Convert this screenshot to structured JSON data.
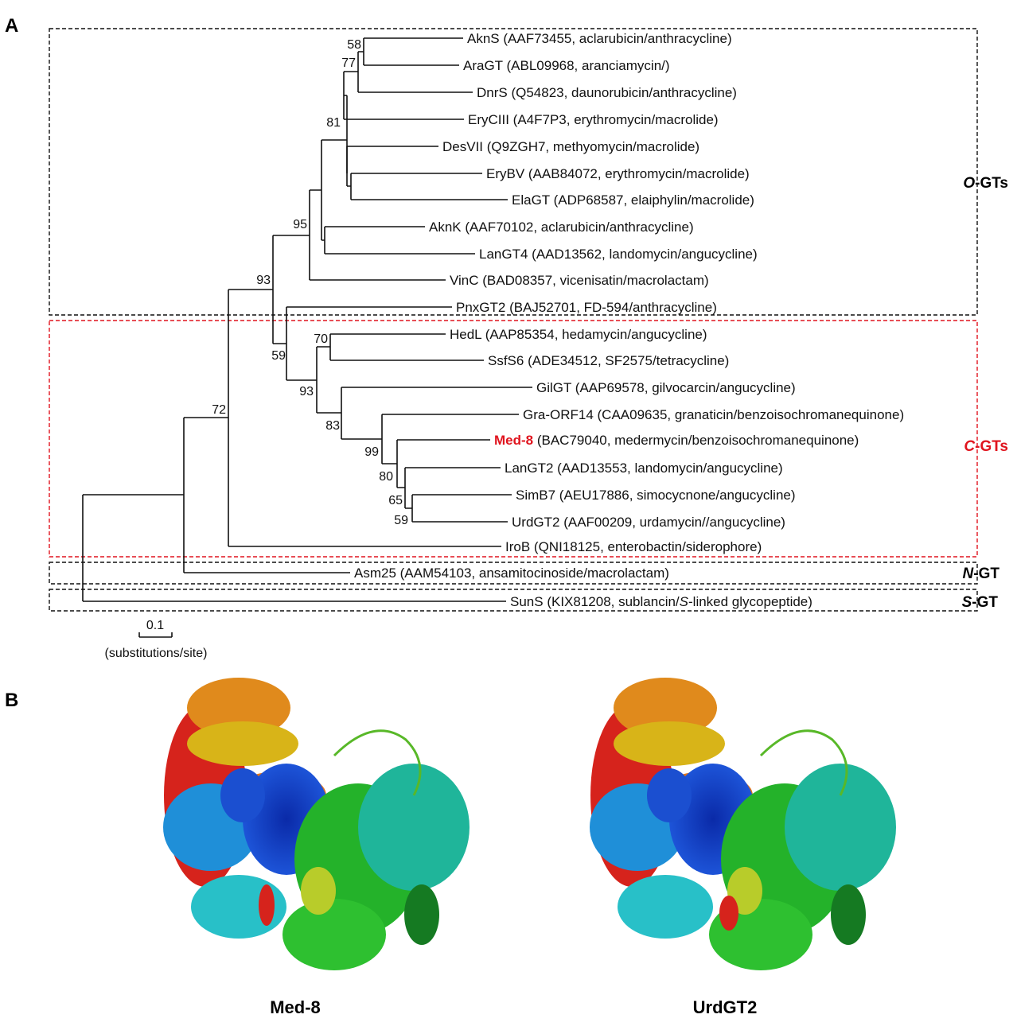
{
  "panel_a": {
    "letter": "A",
    "leaves": [
      {
        "name": "AknS",
        "info": " (AAF73455, aclarubicin/anthracycline)"
      },
      {
        "name": "AraGT",
        "info": " (ABL09968, aranciamycin/)"
      },
      {
        "name": "DnrS",
        "info": " (Q54823, daunorubicin/anthracycline)"
      },
      {
        "name": "EryCIII",
        "info": " (A4F7P3, erythromycin/macrolide)"
      },
      {
        "name": "DesVII",
        "info": " (Q9ZGH7, methyomycin/macrolide)"
      },
      {
        "name": "EryBV",
        "info": " (AAB84072, erythromycin/macrolide)"
      },
      {
        "name": "ElaGT",
        "info": " (ADP68587, elaiphylin/macrolide)"
      },
      {
        "name": "AknK",
        "info": " (AAF70102, aclarubicin/anthracycline)"
      },
      {
        "name": "LanGT4",
        "info": " (AAD13562, landomycin/angucycline)"
      },
      {
        "name": "VinC",
        "info": " (BAD08357, vicenisatin/macrolactam)"
      },
      {
        "name": "PnxGT2",
        "info": " (BAJ52701, FD-594/anthracycline)"
      },
      {
        "name": "HedL",
        "info": " (AAP85354, hedamycin/angucycline)"
      },
      {
        "name": "SsfS6",
        "info": " (ADE34512, SF2575/tetracycline)"
      },
      {
        "name": "GilGT",
        "info": " (AAP69578, gilvocarcin/angucycline)"
      },
      {
        "name": "Gra-ORF14",
        "info": " (CAA09635, granaticin/benzoisochromanequinone)"
      },
      {
        "name": "Med-8",
        "info": " (BAC79040, medermycin/benzoisochromanequinone)",
        "highlight": true
      },
      {
        "name": "LanGT2",
        "info": " (AAD13553, landomycin/angucycline)"
      },
      {
        "name": "SimB7",
        "info": " (AEU17886, simocycnone/angucycline)"
      },
      {
        "name": "UrdGT2",
        "info": " (AAF00209, urdamycin//angucycline)"
      },
      {
        "name": "IroB",
        "info": " (QNI18125, enterobactin/siderophore)"
      },
      {
        "name": "Asm25",
        "info": " (AAM54103, ansamitocinoside/macrolactam)"
      },
      {
        "name": "SunS",
        "info_pre": " (KIX81208, sublancin/",
        "info_italic": "S",
        "info_post": "-linked glycopeptide)"
      }
    ],
    "bootstrap": [
      "58",
      "77",
      "81",
      "95",
      "93",
      "70",
      "59",
      "93",
      "83",
      "99",
      "80",
      "65",
      "59",
      "72"
    ],
    "groups": [
      {
        "prefix": "O",
        "suffix": "-GTs",
        "color": "#111111"
      },
      {
        "prefix": "C",
        "suffix": "-GTs",
        "color": "#e0141e"
      },
      {
        "prefix": "N",
        "suffix": "-GT",
        "color": "#111111"
      },
      {
        "prefix": "S",
        "suffix": "-GT",
        "color": "#111111"
      }
    ],
    "scale": {
      "value": "0.1",
      "unit": "(substitutions/site)"
    }
  },
  "panel_b": {
    "letter": "B",
    "structures": [
      {
        "caption": "Med-8"
      },
      {
        "caption": "UrdGT2"
      }
    ]
  },
  "colors": {
    "highlight": "#e0141e",
    "ink": "#111111"
  }
}
